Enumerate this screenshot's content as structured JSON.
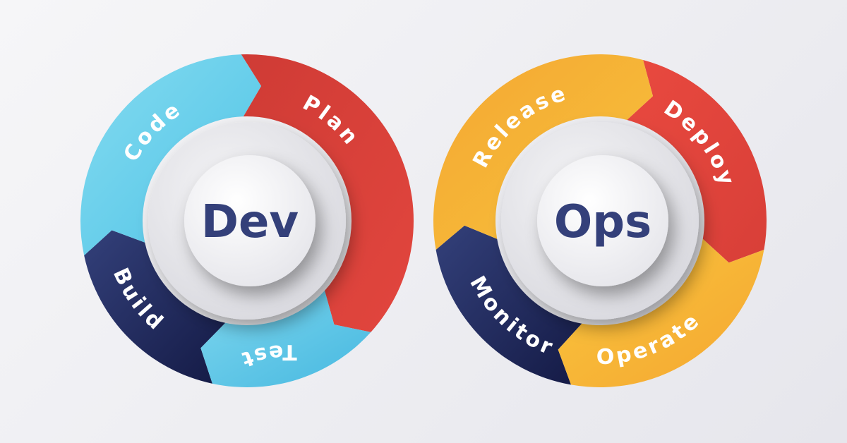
{
  "diagram": {
    "type": "devops-infinity-loop",
    "loops": [
      {
        "center_label": "Dev",
        "stages": [
          {
            "label": "Code",
            "color": "#4fc3e6",
            "color2": "#84dbf0"
          },
          {
            "label": "Plan",
            "color": "#e2463e",
            "color2": "#cf3b35"
          },
          {
            "label": "Test",
            "color": "#46b8e0",
            "color2": "#7dd6ee"
          },
          {
            "label": "Build",
            "color": "#141a45",
            "color2": "#33407a"
          }
        ]
      },
      {
        "center_label": "Ops",
        "stages": [
          {
            "label": "Release",
            "color": "#f7c23b",
            "color2": "#f4a733"
          },
          {
            "label": "Deploy",
            "color": "#d83f38",
            "color2": "#e9493f"
          },
          {
            "label": "Operate",
            "color": "#f4a631",
            "color2": "#fac63d"
          },
          {
            "label": "Monitor",
            "color": "#141a45",
            "color2": "#33407a"
          }
        ]
      }
    ],
    "center_text_color": "#34407a"
  }
}
